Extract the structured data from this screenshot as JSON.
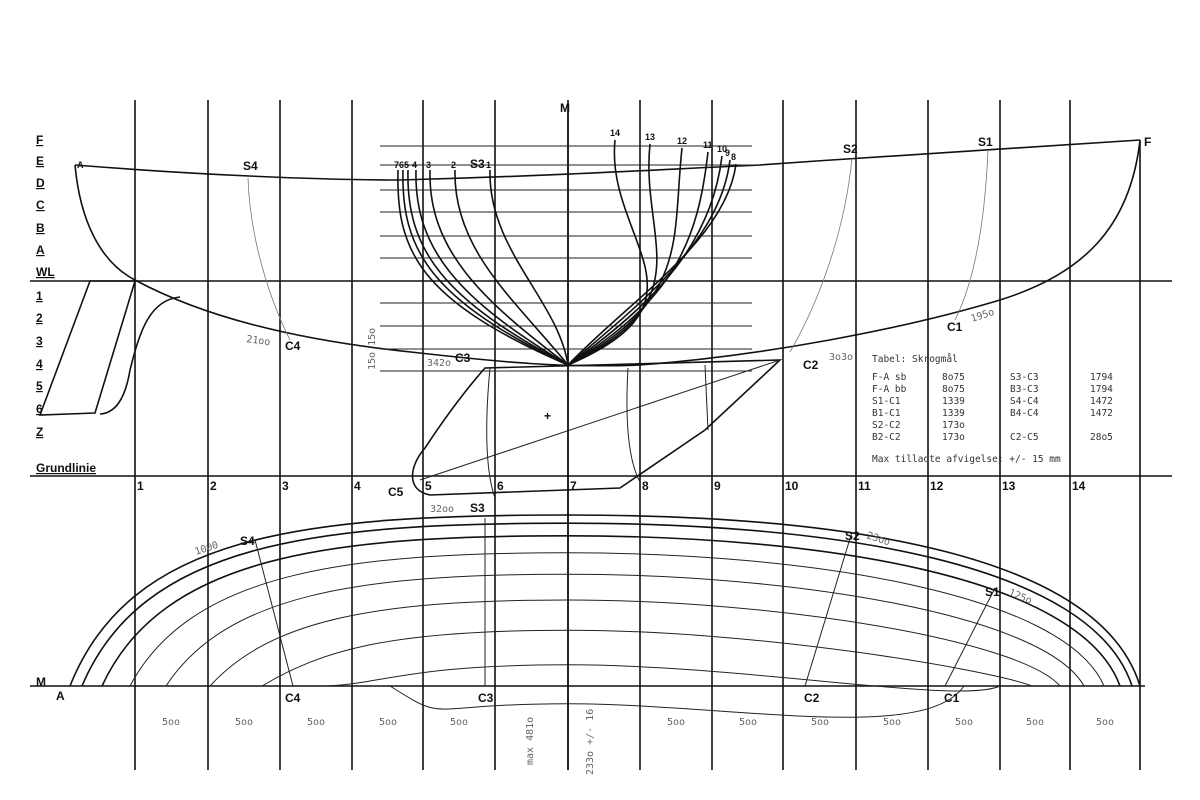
{
  "left_labels": [
    "F",
    "E",
    "D",
    "C",
    "B",
    "A",
    "WL",
    "1",
    "2",
    "3",
    "4",
    "5",
    "6",
    "Z"
  ],
  "baseline_label": "Grundlinie",
  "midline_label": "M",
  "station_numbers": [
    "1",
    "2",
    "3",
    "4",
    "5",
    "6",
    "7",
    "8",
    "9",
    "10",
    "11",
    "12",
    "13",
    "14"
  ],
  "section_numbers_left": [
    "7",
    "6",
    "5",
    "4",
    "3",
    "2",
    "1"
  ],
  "section_numbers_right": [
    "14",
    "13",
    "12",
    "11",
    "10",
    "9",
    "8"
  ],
  "points": {
    "A_top": "A",
    "F_top": "F",
    "S4": "S4",
    "S3": "S3",
    "S2": "S2",
    "S1": "S1",
    "C4": "C4",
    "C3": "C3",
    "C2": "C2",
    "C1": "C1",
    "C5": "C5",
    "S3_low": "S3",
    "S4_plan": "S4",
    "S2_plan": "S2",
    "S1_plan": "S1",
    "C4_plan": "C4",
    "C3_plan": "C3",
    "C2_plan": "C2",
    "C1_plan": "C1",
    "A_plan": "A",
    "M_plan": "M"
  },
  "dimensions": {
    "c4": "21oo",
    "c3": "342o",
    "c2": "3o3o",
    "c1": "195o",
    "s4": "1000",
    "s2": "23oo",
    "s1": "125o",
    "c5": "32oo",
    "vert": "15o 15o",
    "bottom_spacing": "5oo",
    "max": "max 481o",
    "center": "233o +/- 16"
  },
  "table": {
    "title": "Tabel: Skrogmål",
    "rows": [
      [
        "F-A sb",
        "8o75",
        "S3-C3",
        "1794"
      ],
      [
        "F-A bb",
        "8o75",
        "B3-C3",
        "1794"
      ],
      [
        "S1-C1",
        "1339",
        "S4-C4",
        "1472"
      ],
      [
        "B1-C1",
        "1339",
        "B4-C4",
        "1472"
      ],
      [
        "S2-C2",
        "173o",
        "",
        ""
      ],
      [
        "B2-C2",
        "173o",
        "C2-C5",
        "28o5"
      ]
    ],
    "note": "Max tilladte afvigelse: +/- 15 mm"
  }
}
